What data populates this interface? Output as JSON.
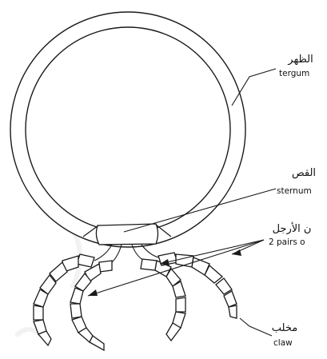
{
  "labels": {
    "tergum": {
      "arabic": "الظهر",
      "english": "tergum"
    },
    "sternum": {
      "arabic": "القص",
      "english": "sternum"
    },
    "legs": {
      "arabic": "ن الأرجل",
      "english": "2 pairs o"
    },
    "claw": {
      "arabic": "مخلب",
      "english": "claw"
    }
  },
  "colors": {
    "line": "#1a1a1a",
    "background": "#ffffff",
    "watermark": "#d9d9d9"
  }
}
